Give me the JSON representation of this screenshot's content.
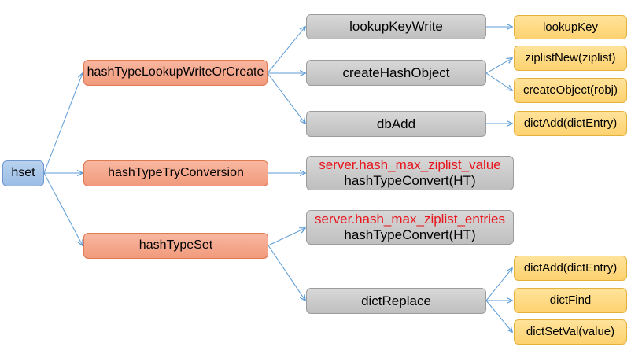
{
  "root": {
    "label": "hset"
  },
  "level1": [
    {
      "key": "lookup",
      "label": "hashTypeLookupWriteOrCreate"
    },
    {
      "key": "tryconv",
      "label": "hashTypeTryConversion"
    },
    {
      "key": "set",
      "label": "hashTypeSet"
    }
  ],
  "level2": {
    "lookupKeyWrite": {
      "label": "lookupKeyWrite"
    },
    "createHashObject": {
      "label": "createHashObject"
    },
    "dbAdd": {
      "label": "dbAdd"
    },
    "tryconvTarget": {
      "condition": "server.hash_max_ziplist_value",
      "label": "hashTypeConvert(HT)"
    },
    "setConvert": {
      "condition": "server.hash_max_ziplist_entries",
      "label": "hashTypeConvert(HT)"
    },
    "dictReplace": {
      "label": "dictReplace"
    }
  },
  "level3": {
    "lookupKey": {
      "label": "lookupKey"
    },
    "ziplistNew": {
      "label": "ziplistNew(ziplist)"
    },
    "createObject": {
      "label": "createObject(robj)"
    },
    "dictAddA": {
      "label": "dictAdd(dictEntry)"
    },
    "dictAddB": {
      "label": "dictAdd(dictEntry)"
    },
    "dictFind": {
      "label": "dictFind"
    },
    "dictSetVal": {
      "label": "dictSetVal(value)"
    }
  },
  "colors": {
    "root": "#9bbde6",
    "level1": "#f19a7c",
    "level2": "#c8c8c8",
    "level3": "#fdd270",
    "condition_text": "#e8141b",
    "connector": "#5b9bd5"
  }
}
